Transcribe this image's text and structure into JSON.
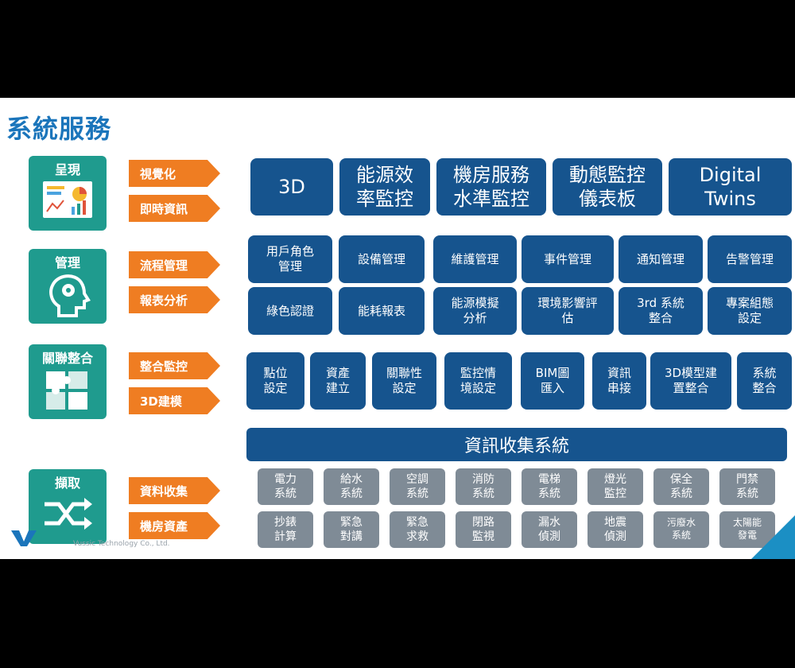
{
  "title": "系統服務",
  "footer": "Vussic Technology Co., Ltd.",
  "categories": [
    {
      "label": "呈現",
      "icon": "dashboard-chart-icon",
      "arrows": [
        "視覺化",
        "即時資訊"
      ]
    },
    {
      "label": "管理",
      "icon": "head-gear-icon",
      "arrows": [
        "流程管理",
        "報表分析"
      ]
    },
    {
      "label": "關聯整合",
      "icon": "puzzle-icon",
      "arrows": [
        "整合監控",
        "3D建模"
      ]
    },
    {
      "label": "擷取",
      "icon": "shuffle-icon",
      "arrows": [
        "資料收集",
        "機房資產"
      ]
    }
  ],
  "display_row": [
    "3D",
    "能源效\n率監控",
    "機房服務\n水準監控",
    "動態監控\n儀表板",
    "Digital\nTwins"
  ],
  "manage_row1": [
    "用戶角色\n管理",
    "設備管理",
    "維護管理",
    "事件管理",
    "通知管理",
    "告警管理"
  ],
  "manage_row2": [
    "綠色認證",
    "能耗報表",
    "能源模擬\n分析",
    "環境影響評\n估",
    "3rd 系統\n整合",
    "專案組態\n設定"
  ],
  "integration_row": [
    "點位\n設定",
    "資產\n建立",
    "關聯性\n設定",
    "監控情\n境設定",
    "BIM圖\n匯入",
    "資訊\n串接",
    "3D模型建\n置整合",
    "系統\n整合"
  ],
  "collection_banner": "資訊收集系統",
  "collection_row1": [
    "電力\n系統",
    "給水\n系統",
    "空調\n系統",
    "消防\n系統",
    "電梯\n系統",
    "燈光\n監控",
    "保全\n系統",
    "門禁\n系統"
  ],
  "collection_row2": [
    "抄錶\n計算",
    "緊急\n對講",
    "緊急\n求救",
    "閉路\n監視",
    "漏水\n偵測",
    "地震\n偵測",
    "污廢水\n系統",
    "太陽能\n發電"
  ],
  "colors": {
    "teal": "#1f9b8e",
    "orange": "#ef7d22",
    "navy": "#16548e",
    "gray": "#7f8b96",
    "title_blue": "#1b75bb"
  }
}
